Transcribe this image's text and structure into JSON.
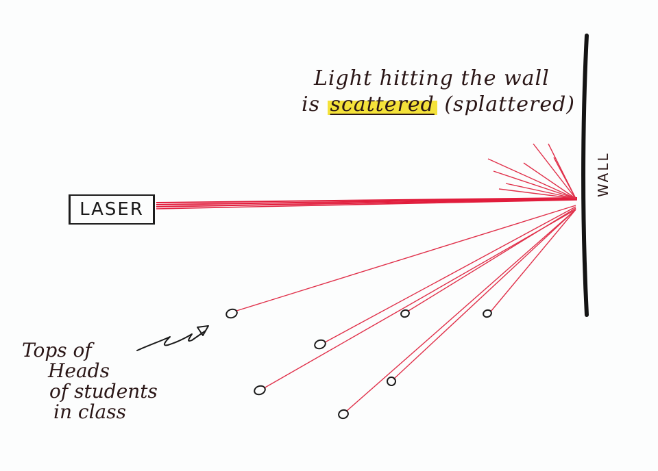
{
  "caption": {
    "line1": "Light hitting the wall",
    "line2_prefix": "is",
    "line2_highlight": "scattered",
    "line2_suffix": "(splattered)"
  },
  "laser_label": "LASER",
  "wall_label": "WALL",
  "students_label": [
    "Tops of",
    "Heads",
    "of students",
    "in class"
  ],
  "colors": {
    "beam": "#e11d3c",
    "scatter": "#e0304a",
    "ink": "#1c1c1c",
    "highlight": "#f4e23a"
  }
}
